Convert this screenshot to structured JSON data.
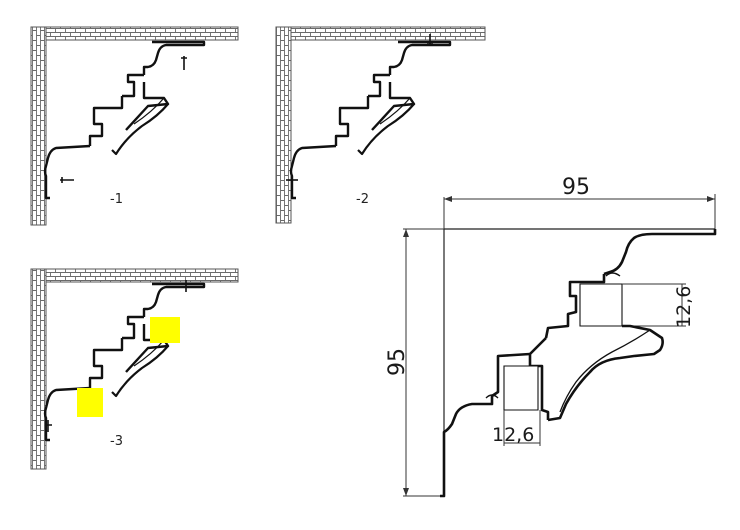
{
  "figures": [
    {
      "id": "fig-1",
      "label": "-1"
    },
    {
      "id": "fig-2",
      "label": "-2"
    },
    {
      "id": "fig-3",
      "label": "-3"
    }
  ],
  "detail": {
    "width_dim": "95",
    "height_dim": "95",
    "upper_channel_dim": "12,6",
    "lower_channel_dim": "12,6"
  },
  "colors": {
    "line": "#111111",
    "brick": "#555555",
    "highlight": "#ffff00"
  }
}
